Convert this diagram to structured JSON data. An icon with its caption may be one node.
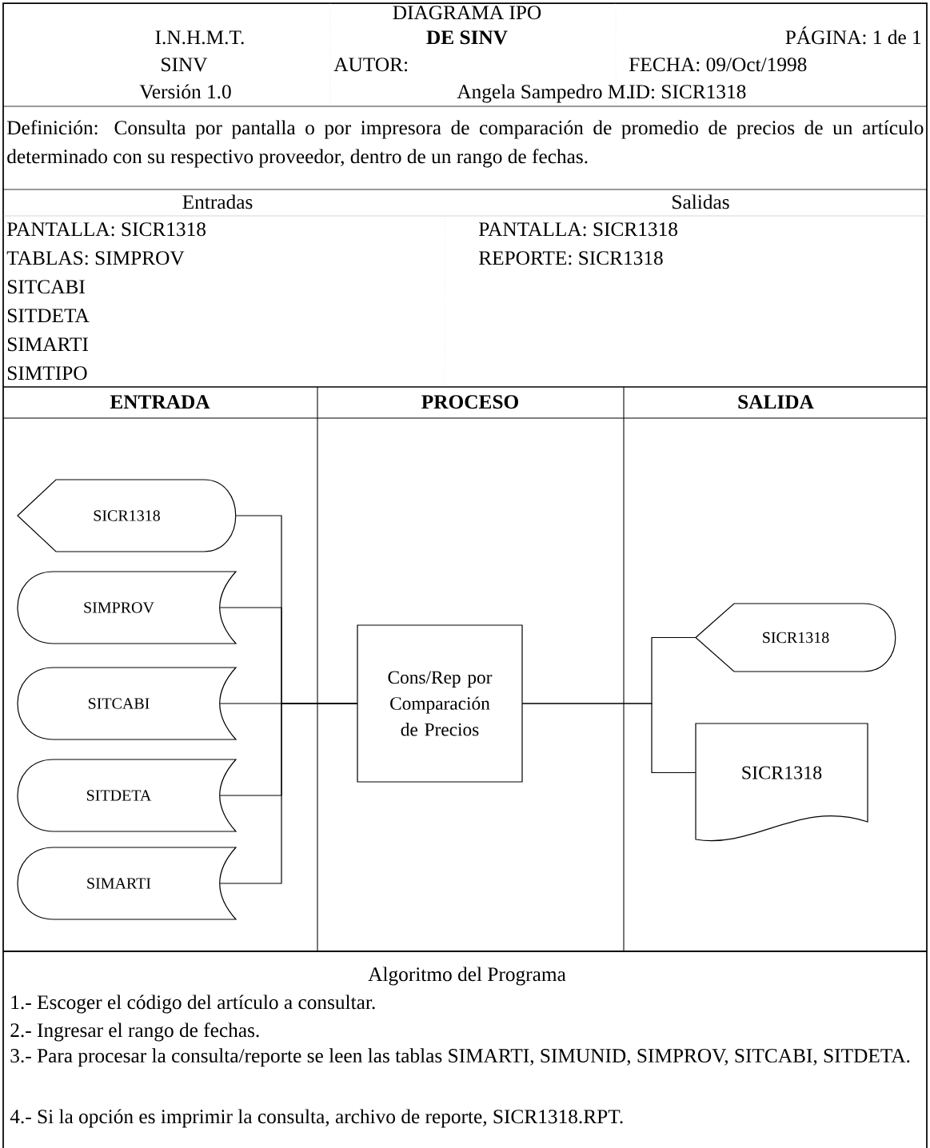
{
  "diagram": {
    "title": "DIAGRAMA IPO",
    "nodes": [
      {
        "text": [
          "SICR1318"
        ]
      },
      {
        "text": [
          "SIMPROV"
        ]
      },
      {
        "text": [
          "SITCABI"
        ]
      },
      {
        "text": [
          "SITDETA"
        ]
      },
      {
        "text": [
          "SIMARTI"
        ]
      },
      {
        "text": [
          "Cons/Rep por Comparación de Precios"
        ]
      },
      {
        "text": [
          "SICR1318"
        ]
      },
      {
        "text": [
          "SICR1318"
        ]
      }
    ],
    "edges": [
      {
        "from": 0,
        "to": 5,
        "arrow": "none"
      },
      {
        "from": 1,
        "to": 5,
        "arrow": "none"
      },
      {
        "from": 2,
        "to": 5,
        "arrow": "none"
      },
      {
        "from": 3,
        "to": 5,
        "arrow": "none"
      },
      {
        "from": 4,
        "to": 5,
        "arrow": "none"
      },
      {
        "from": 5,
        "to": 6,
        "arrow": "none"
      },
      {
        "from": 5,
        "to": 7,
        "arrow": "none"
      }
    ],
    "labels": [
      "I.N.H.M.T.",
      "DE SINV",
      "PÁGINA: 1 de 1",
      "SINV",
      "AUTOR:",
      "FECHA: 09/Oct/1998",
      "Versión 1.0",
      "Angela Sampedro M.",
      "ID: SICR1318",
      "Definición: Consulta por pantalla o por impresora de comparación de promedio de precios de un artículo determinado con su respectivo proveedor, dentro de un rango de fechas.",
      "Entradas",
      "Salidas",
      "PANTALLA: SICR1318",
      "PANTALLA: SICR1318",
      "TABLAS: SIMPROV",
      "REPORTE: SICR1318",
      "SITCABI",
      "SITDETA",
      "SIMARTI",
      "SIMTIPO",
      "ENTRADA",
      "PROCESO",
      "SALIDA",
      "Algoritmo del Programa",
      "1.- Escoger el código del artículo a consultar.",
      "2.- Ingresar el rango de fechas.",
      "3.- Para procesar la consulta/reporte se leen las tablas SIMARTI, SIMUNID, SIMPROV, SITCABI, SITDETA.",
      "4.- Si la opción es imprimir la consulta, archivo de reporte, SICR1318.RPT."
    ]
  }
}
